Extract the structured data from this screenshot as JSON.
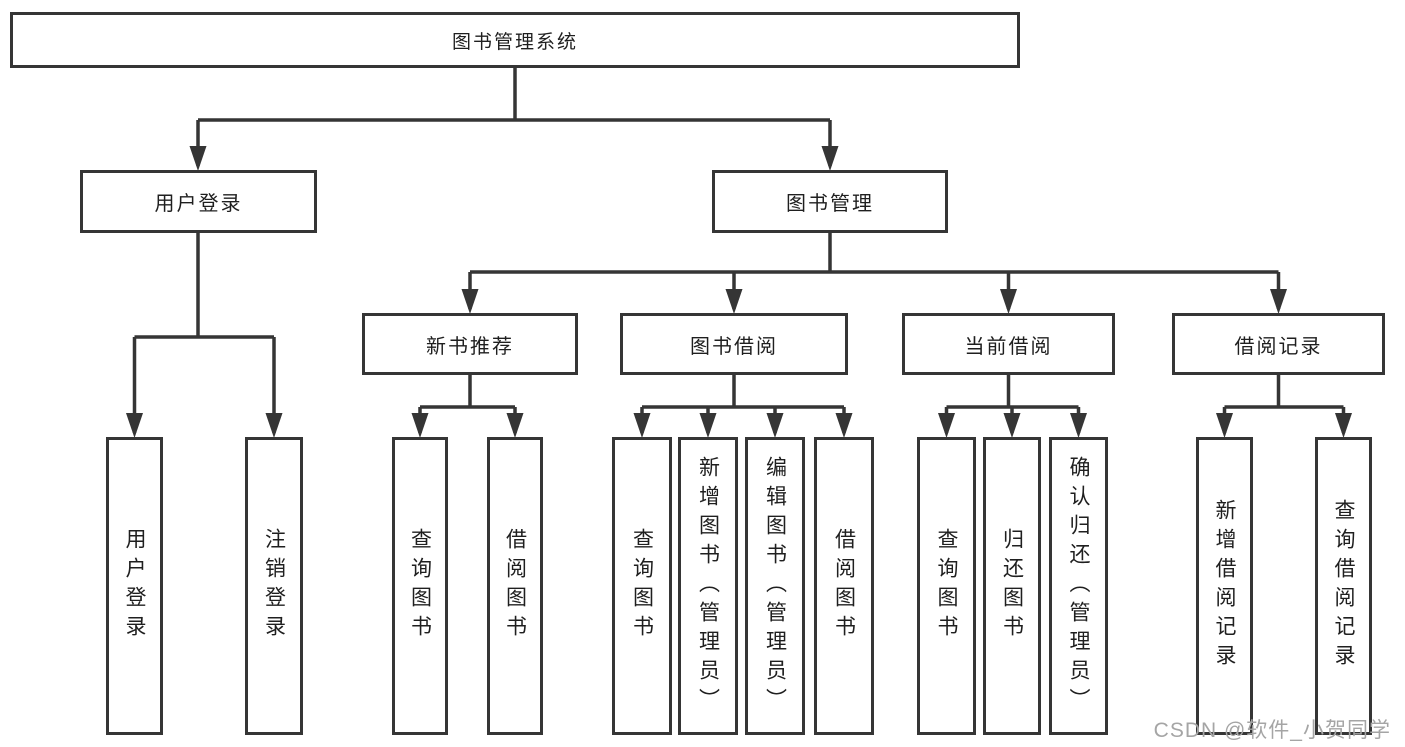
{
  "diagram": {
    "root": {
      "label": "图书管理系统"
    },
    "branches": {
      "user_login": {
        "label": "用户登录",
        "children": [
          "用户登录",
          "注销登录"
        ]
      },
      "book_mgmt": {
        "label": "图书管理",
        "sub_branches": {
          "new_book_rec": {
            "label": "新书推荐",
            "children": [
              "查询图书",
              "借阅图书"
            ]
          },
          "book_borrow": {
            "label": "图书借阅",
            "children": [
              "查询图书",
              "新增图书（管理员）",
              "编辑图书（管理员）",
              "借阅图书"
            ]
          },
          "current_borrow": {
            "label": "当前借阅",
            "children": [
              "查询图书",
              "归还图书",
              "确认归还（管理员）"
            ]
          },
          "borrow_records": {
            "label": "借阅记录",
            "children": [
              "新增借阅记录",
              "查询借阅记录"
            ]
          }
        }
      }
    },
    "watermark": "CSDN @软件_小贺同学",
    "colors": {
      "line": "#353535",
      "box_border": "#353535",
      "text": "#1f1f1f",
      "watermark": "#a5a5a5",
      "background": "#ffffff"
    }
  }
}
